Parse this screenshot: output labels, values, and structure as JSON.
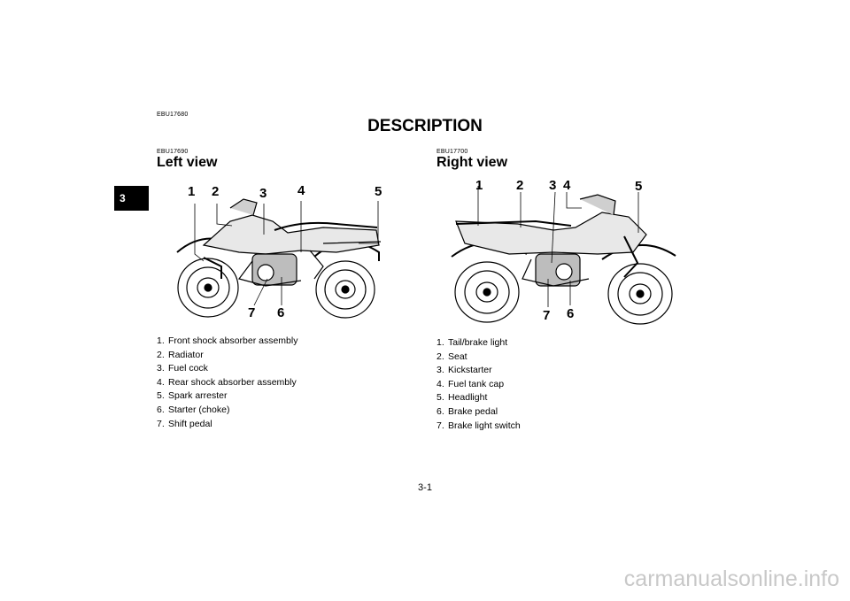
{
  "page": {
    "section_code": "EBU17680",
    "title": "DESCRIPTION",
    "chapter_tab": "3",
    "page_number": "3-1",
    "watermark": "carmanualsonline.info"
  },
  "left": {
    "code": "EBU17690",
    "heading": "Left view",
    "callouts": [
      "1",
      "2",
      "3",
      "4",
      "5",
      "7",
      "6"
    ],
    "items": [
      {
        "n": "1.",
        "text": "Front shock absorber assembly"
      },
      {
        "n": "2.",
        "text": "Radiator"
      },
      {
        "n": "3.",
        "text": "Fuel cock"
      },
      {
        "n": "4.",
        "text": "Rear shock absorber assembly"
      },
      {
        "n": "5.",
        "text": "Spark arrester"
      },
      {
        "n": "6.",
        "text": "Starter (choke)"
      },
      {
        "n": "7.",
        "text": "Shift pedal"
      }
    ]
  },
  "right": {
    "code": "EBU17700",
    "heading": "Right view",
    "callouts": [
      "1",
      "2",
      "3",
      "4",
      "5",
      "7",
      "6"
    ],
    "items": [
      {
        "n": "1.",
        "text": "Tail/brake light"
      },
      {
        "n": "2.",
        "text": "Seat"
      },
      {
        "n": "3.",
        "text": "Kickstarter"
      },
      {
        "n": "4.",
        "text": "Fuel tank cap"
      },
      {
        "n": "5.",
        "text": "Headlight"
      },
      {
        "n": "6.",
        "text": "Brake pedal"
      },
      {
        "n": "7.",
        "text": "Brake light switch"
      }
    ]
  }
}
